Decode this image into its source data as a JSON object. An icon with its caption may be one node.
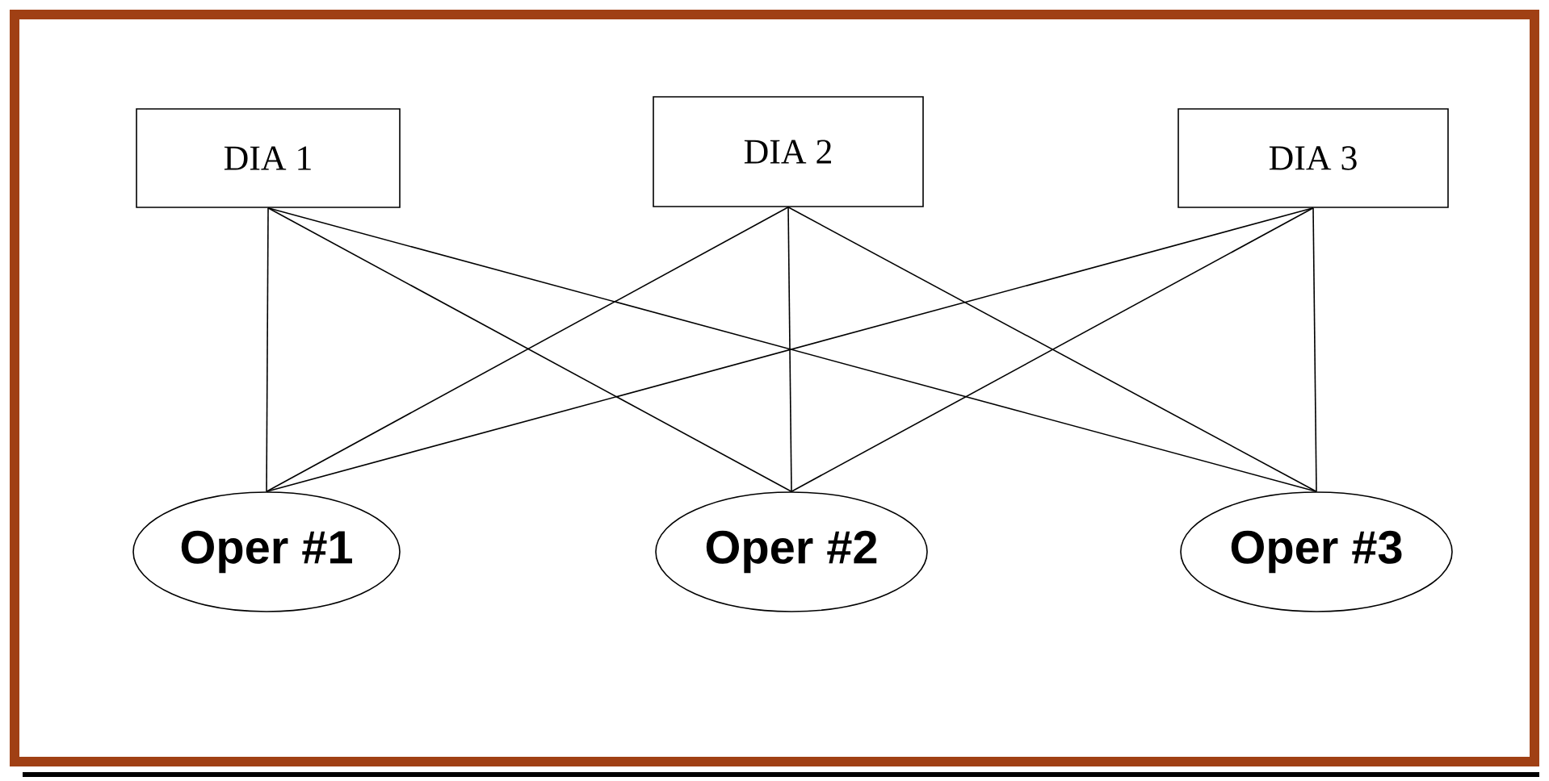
{
  "diagram": {
    "nodes": [
      {
        "text": [
          "DIA 1"
        ]
      },
      {
        "text": [
          "DIA 2"
        ]
      },
      {
        "text": [
          "DIA 3"
        ]
      },
      {
        "text": [
          "Oper #1"
        ]
      },
      {
        "text": [
          "Oper #2"
        ]
      },
      {
        "text": [
          "Oper #3"
        ]
      }
    ],
    "edges": [
      {
        "from": 0,
        "to": 3,
        "arrow": "none"
      },
      {
        "from": 0,
        "to": 4,
        "arrow": "none"
      },
      {
        "from": 0,
        "to": 5,
        "arrow": "none"
      },
      {
        "from": 1,
        "to": 3,
        "arrow": "none"
      },
      {
        "from": 1,
        "to": 4,
        "arrow": "none"
      },
      {
        "from": 1,
        "to": 5,
        "arrow": "none"
      },
      {
        "from": 2,
        "to": 3,
        "arrow": "none"
      },
      {
        "from": 2,
        "to": 4,
        "arrow": "none"
      },
      {
        "from": 2,
        "to": 5,
        "arrow": "none"
      }
    ]
  }
}
